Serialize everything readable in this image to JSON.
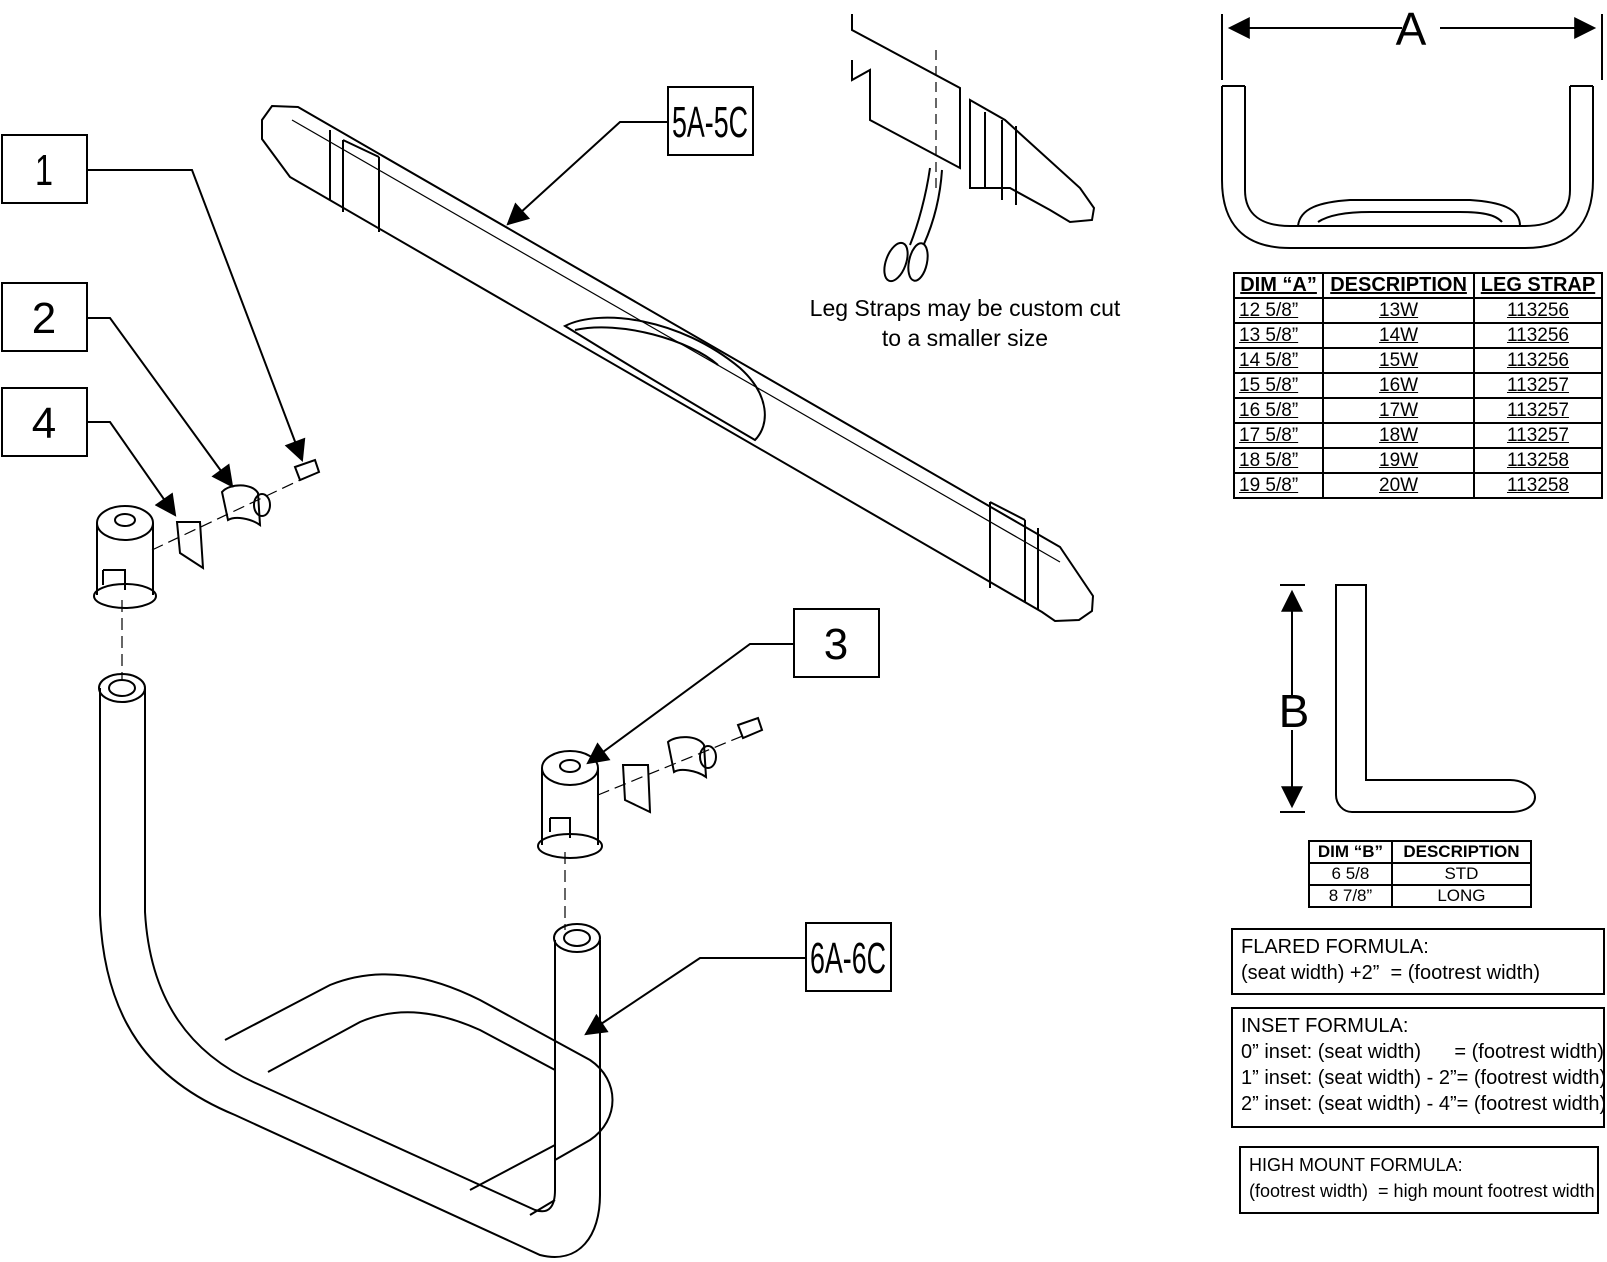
{
  "callouts": {
    "c1": "1",
    "c2": "2",
    "c4": "4",
    "c3": "3",
    "c5": "5A-5C",
    "c6": "6A-6C"
  },
  "dimensions": {
    "a": "A",
    "b": "B"
  },
  "note": {
    "line1": "Leg Straps may be custom cut",
    "line2": "to a smaller size"
  },
  "table_a": {
    "headers": [
      "DIM “A”",
      "DESCRIPTION",
      "LEG STRAP"
    ],
    "rows": [
      [
        "12 5/8”",
        "13W",
        "113256"
      ],
      [
        "13 5/8”",
        "14W",
        "113256"
      ],
      [
        "14 5/8”",
        "15W",
        "113256"
      ],
      [
        "15 5/8”",
        "16W",
        "113257"
      ],
      [
        "16 5/8”",
        "17W",
        "113257"
      ],
      [
        "17 5/8”",
        "18W",
        "113257"
      ],
      [
        "18 5/8”",
        "19W",
        "113258"
      ],
      [
        "19 5/8”",
        "20W",
        "113258"
      ]
    ]
  },
  "table_b": {
    "headers": [
      "DIM “B”",
      "DESCRIPTION"
    ],
    "rows": [
      [
        "6 5/8",
        "STD"
      ],
      [
        "8 7/8”",
        "LONG"
      ]
    ]
  },
  "flared": {
    "title": "FLARED FORMULA:",
    "line1": "(seat width) +2”  = (footrest width)"
  },
  "inset": {
    "title": "INSET FORMULA:",
    "line1": "0” inset: (seat width)      = (footrest width)",
    "line2": "1” inset: (seat width) - 2”= (footrest width)",
    "line3": "2” inset: (seat width) - 4”= (footrest width)"
  },
  "highmount": {
    "title": "HIGH MOUNT FORMULA:",
    "line1": "(footrest width)  = high mount footrest width"
  }
}
